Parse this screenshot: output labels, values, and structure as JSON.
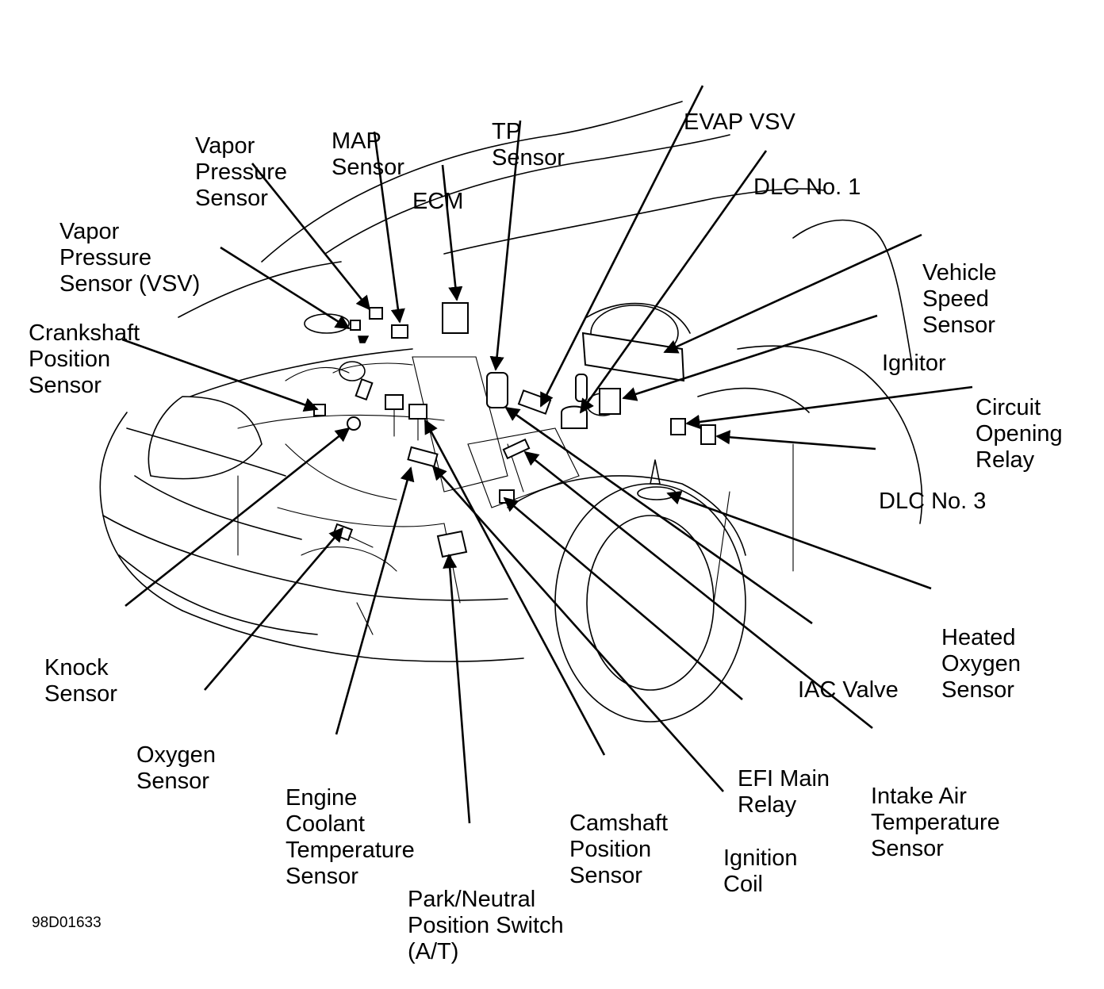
{
  "labels": {
    "vapor_pressure_sensor": [
      "Vapor",
      "Pressure",
      "Sensor"
    ],
    "map_sensor": [
      "MAP",
      "Sensor"
    ],
    "ecm": [
      "ECM"
    ],
    "tp_sensor": [
      "TP",
      "Sensor"
    ],
    "evap_vsv": [
      "EVAP VSV"
    ],
    "dlc_no1": [
      "DLC No. 1"
    ],
    "vapor_pressure_sensor_vsv": [
      "Vapor",
      "Pressure",
      "Sensor (VSV)"
    ],
    "vehicle_speed_sensor": [
      "Vehicle",
      "Speed",
      "Sensor"
    ],
    "crankshaft_position_sensor": [
      "Crankshaft",
      "Position",
      "Sensor"
    ],
    "ignitor": [
      "Ignitor"
    ],
    "circuit_opening_relay": [
      "Circuit",
      "Opening",
      "Relay"
    ],
    "dlc_no3": [
      "DLC No. 3"
    ],
    "heated_oxygen_sensor": [
      "Heated",
      "Oxygen",
      "Sensor"
    ],
    "iac_valve": [
      "IAC Valve"
    ],
    "knock_sensor": [
      "Knock",
      "Sensor"
    ],
    "oxygen_sensor": [
      "Oxygen",
      "Sensor"
    ],
    "efi_main_relay": [
      "EFI Main",
      "Relay"
    ],
    "intake_air_temperature_sensor": [
      "Intake Air",
      "Temperature",
      "Sensor"
    ],
    "engine_coolant_temperature_sensor": [
      "Engine",
      "Coolant",
      "Temperature",
      "Sensor"
    ],
    "camshaft_position_sensor": [
      "Camshaft",
      "Position",
      "Sensor"
    ],
    "ignition_coil": [
      "Ignition",
      "Coil"
    ],
    "park_neutral_position_switch": [
      "Park/Neutral",
      "Position Switch",
      "(A/T)"
    ]
  },
  "figure_id": "98D01633"
}
